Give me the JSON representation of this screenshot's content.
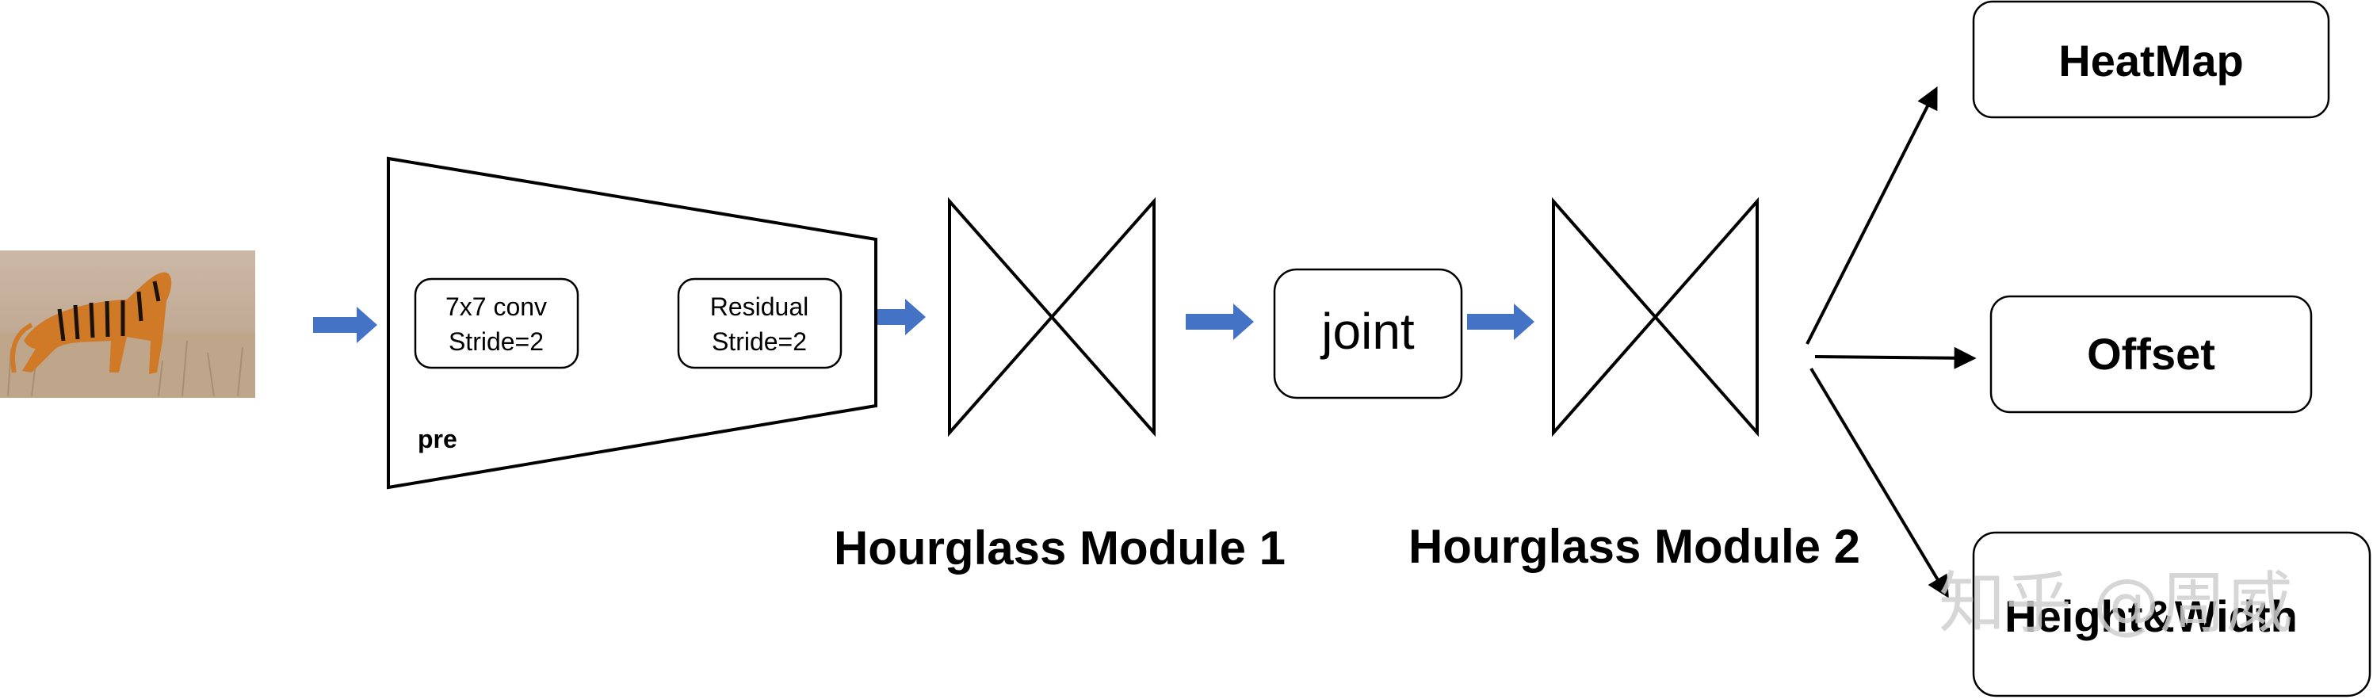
{
  "image": {
    "subject": "tiger"
  },
  "pre": {
    "conv_line1": "7x7 conv",
    "conv_line2": "Stride=2",
    "res_line1": "Residual",
    "res_line2": "Stride=2",
    "label": "pre"
  },
  "joint": {
    "label": "joint"
  },
  "modules": {
    "hg1_label": "Hourglass Module 1",
    "hg2_label": "Hourglass Module 2"
  },
  "outputs": {
    "heatmap": "HeatMap",
    "offset": "Offset",
    "height_width": "Height&Width"
  },
  "watermark": "知乎 @周威",
  "colors": {
    "arrow": "#4472C4",
    "stroke": "#000000",
    "background": "#ffffff"
  }
}
